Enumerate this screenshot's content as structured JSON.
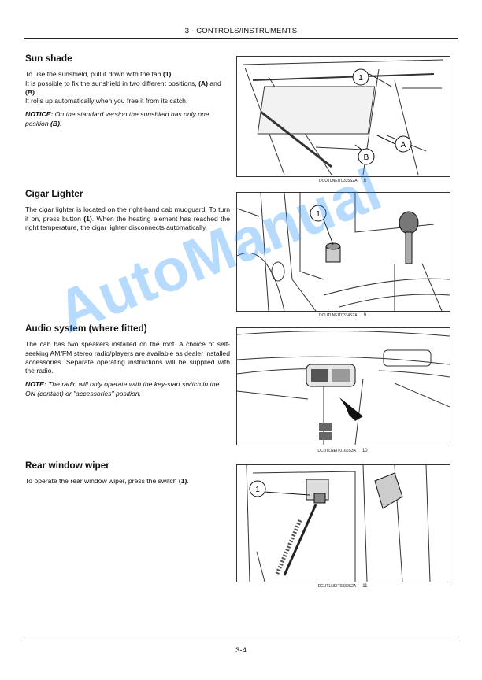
{
  "header": {
    "title": "3 - CONTROLS/INSTRUMENTS"
  },
  "sections": {
    "sun_shade": {
      "title": "Sun shade",
      "p1": "To use the sunshield, pull it down with the tab",
      "p1_ref": "(1)",
      "p2a": "It is possible to fix the sunshield in two different positions,",
      "p2_a": "(A)",
      "p2_and": " and ",
      "p2_b": "(B)",
      "p3": "It rolls up automatically when you free it from its catch.",
      "note_label": "NOTICE:",
      "note_text": "On the standard version the sunshield has only one position",
      "note_ref": "(B)",
      "figure": {
        "code": "DCUTLNEIT0335S2A",
        "number": "8",
        "callouts": [
          "1",
          "A",
          "B"
        ]
      }
    },
    "cigar_lighter": {
      "title": "Cigar Lighter",
      "p1a": "The cigar lighter is located on the right-hand cab mudguard. To turn it on, press button",
      "p1_ref": "(1)",
      "p1b": ". When the heating element has reached the right temperature, the cigar lighter disconnects automatically.",
      "figure": {
        "code": "DCUTLNEIT0334S2A",
        "number": "9",
        "callouts": [
          "1"
        ]
      }
    },
    "audio": {
      "title": "Audio system (where fitted)",
      "p1": "The cab has two speakers installed on the roof. A choice of self-seeking AM/FM stereo radio/players are available as dealer installed accessories. Separate operating instructions will be supplied with the radio.",
      "note_label": "NOTE:",
      "note_text": "The radio will only operate with the key-start switch in the ON (contact) or \"accessories\" position.",
      "figure": {
        "code": "DCUTLNEIT0165S3A",
        "number": "10"
      }
    },
    "rear_wiper": {
      "title": "Rear window wiper",
      "p1": "To operate the rear window wiper, press the switch",
      "p1_ref": "(1)",
      "figure": {
        "code": "DCUTLNEIT0332S2A",
        "number": "11",
        "callouts": [
          "1"
        ]
      }
    }
  },
  "watermark": "AutoManual",
  "footer": {
    "page": "3-4"
  }
}
